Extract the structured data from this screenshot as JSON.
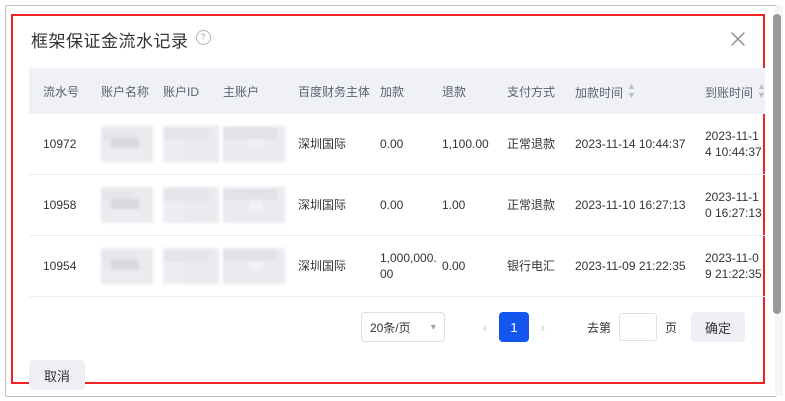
{
  "modal": {
    "title": "框架保证金流水记录",
    "help_icon": "question-circle-icon",
    "close_icon": "close-icon"
  },
  "table": {
    "columns": [
      {
        "label": "流水号",
        "sortable": false
      },
      {
        "label": "账户名称",
        "sortable": false
      },
      {
        "label": "账户ID",
        "sortable": false
      },
      {
        "label": "主账户",
        "sortable": false
      },
      {
        "label": "百度财务主体",
        "sortable": false
      },
      {
        "label": "加款",
        "sortable": false
      },
      {
        "label": "退款",
        "sortable": false
      },
      {
        "label": "支付方式",
        "sortable": false
      },
      {
        "label": "加款时间",
        "sortable": true
      },
      {
        "label": "到账时间",
        "sortable": true
      }
    ],
    "rows": [
      {
        "serial": "10972",
        "account_name": "",
        "account_id": "",
        "main_account": "",
        "entity": "深圳国际",
        "add_amount": "0.00",
        "refund_amount": "1,100.00",
        "pay_method": "正常退款",
        "add_time": "2023-11-14 10:44:37",
        "arrive_time": "2023-11-14 10:44:37"
      },
      {
        "serial": "10958",
        "account_name": "",
        "account_id": "",
        "main_account": "",
        "entity": "深圳国际",
        "add_amount": "0.00",
        "refund_amount": "1.00",
        "pay_method": "正常退款",
        "add_time": "2023-11-10 16:27:13",
        "arrive_time": "2023-11-10 16:27:13"
      },
      {
        "serial": "10954",
        "account_name": "",
        "account_id": "",
        "main_account": "",
        "entity": "深圳国际",
        "add_amount": "1,000,000.00",
        "refund_amount": "0.00",
        "pay_method": "银行电汇",
        "add_time": "2023-11-09 21:22:35",
        "arrive_time": "2023-11-09 21:22:35"
      }
    ]
  },
  "pagination": {
    "page_size_label": "20条/页",
    "caret_icon": "chevron-down-icon",
    "prev_icon": "chevron-left-icon",
    "next_icon": "chevron-right-icon",
    "current_page": "1",
    "jump_prefix": "去第",
    "jump_value": "",
    "jump_placeholder": "",
    "jump_suffix": "页",
    "confirm_label": "确定",
    "active_color": "#1456f0"
  },
  "footer": {
    "cancel_label": "取消"
  }
}
